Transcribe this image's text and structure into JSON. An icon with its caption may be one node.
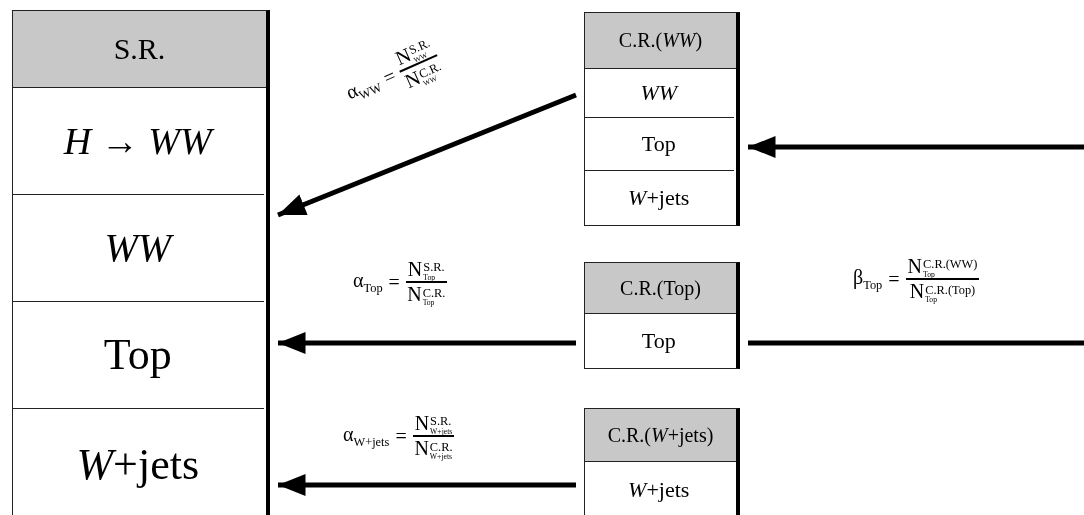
{
  "diagram": {
    "nodes": [
      {
        "text": [
          "S.R."
        ]
      },
      {
        "text": [
          "*H* → *WW*"
        ],
        "in": 0
      },
      {
        "text": [
          "*WW*"
        ],
        "in": 0
      },
      {
        "text": [
          "Top"
        ],
        "in": 0
      },
      {
        "text": [
          "*W*+jets"
        ],
        "in": 0
      },
      {
        "text": [
          "C.R.(*WW*)"
        ]
      },
      {
        "text": [
          "*WW*"
        ],
        "in": 5
      },
      {
        "text": [
          "Top"
        ],
        "in": 5
      },
      {
        "text": [
          "*W*+jets"
        ],
        "in": 5
      },
      {
        "text": [
          "C.R.(Top)"
        ]
      },
      {
        "text": [
          "Top"
        ],
        "in": 9
      },
      {
        "text": [
          "C.R.(*W*+jets)"
        ]
      },
      {
        "text": [
          "*W*+jets"
        ],
        "in": 11
      }
    ],
    "edges": [
      {
        "from": 5,
        "to": 2,
        "arrow": "to",
        "label": "α$_{WW}$ = N$^{S.R.}$$_{WW}$ N$^{C.R.}$$_{WW}$"
      },
      {
        "from": 9,
        "to": 3,
        "arrow": "to",
        "label": "α$_{Top}$ = N$^{S.R.}$$_{Top}$ N$^{C.R.}$$_{Top}$"
      },
      {
        "from": 11,
        "to": 4,
        "arrow": "to",
        "label": "α$_{W+jets}$ = N$^{S.R.}$$_{W+jets}$ N$^{C.R.}$$_{W+jets}$"
      },
      {
        "from": 9,
        "to": null,
        "arrow": "none",
        "label": "β$_{Top}$ = N$^{C.R.(WW)}$$_{Top}$ N$^{C.R.(Top)}$$_{Top}$"
      },
      {
        "from": null,
        "to": 7,
        "arrow": "to"
      }
    ]
  }
}
